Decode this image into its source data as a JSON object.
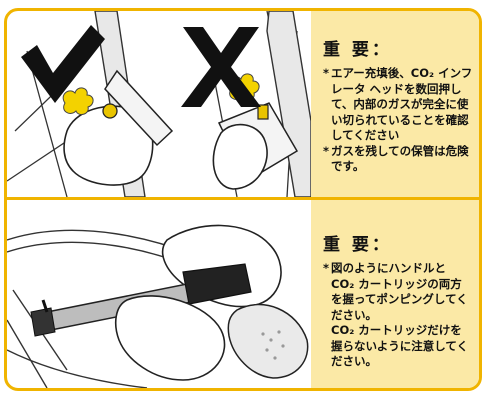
{
  "panels": [
    {
      "title": "重 要：",
      "bullets": [
        {
          "mark": "*",
          "text": "エアー充填後、CO₂ インフレータ ヘッドを数回押して、内部のガスが完全に使い切られていることを確認してください"
        },
        {
          "mark": "*",
          "text": "ガスを残しての保管は危険です。"
        }
      ],
      "illustration": {
        "ok_mark": "check-mark-icon",
        "ng_mark": "x-mark-icon"
      }
    },
    {
      "title": "重 要：",
      "bullets": [
        {
          "mark": "*",
          "text": "図のようにハンドルと CO₂ カートリッジの両方を握ってポンピングしてください。"
        }
      ],
      "extra": "CO₂ カートリッジだけを握らないように注意してください。",
      "illustration": {
        "subject": "pump-with-hands-illustration"
      }
    }
  ],
  "colors": {
    "border": "#f0b400",
    "note_bg": "#fbe9a6",
    "ink": "#111111",
    "puff": "#f3d200"
  }
}
